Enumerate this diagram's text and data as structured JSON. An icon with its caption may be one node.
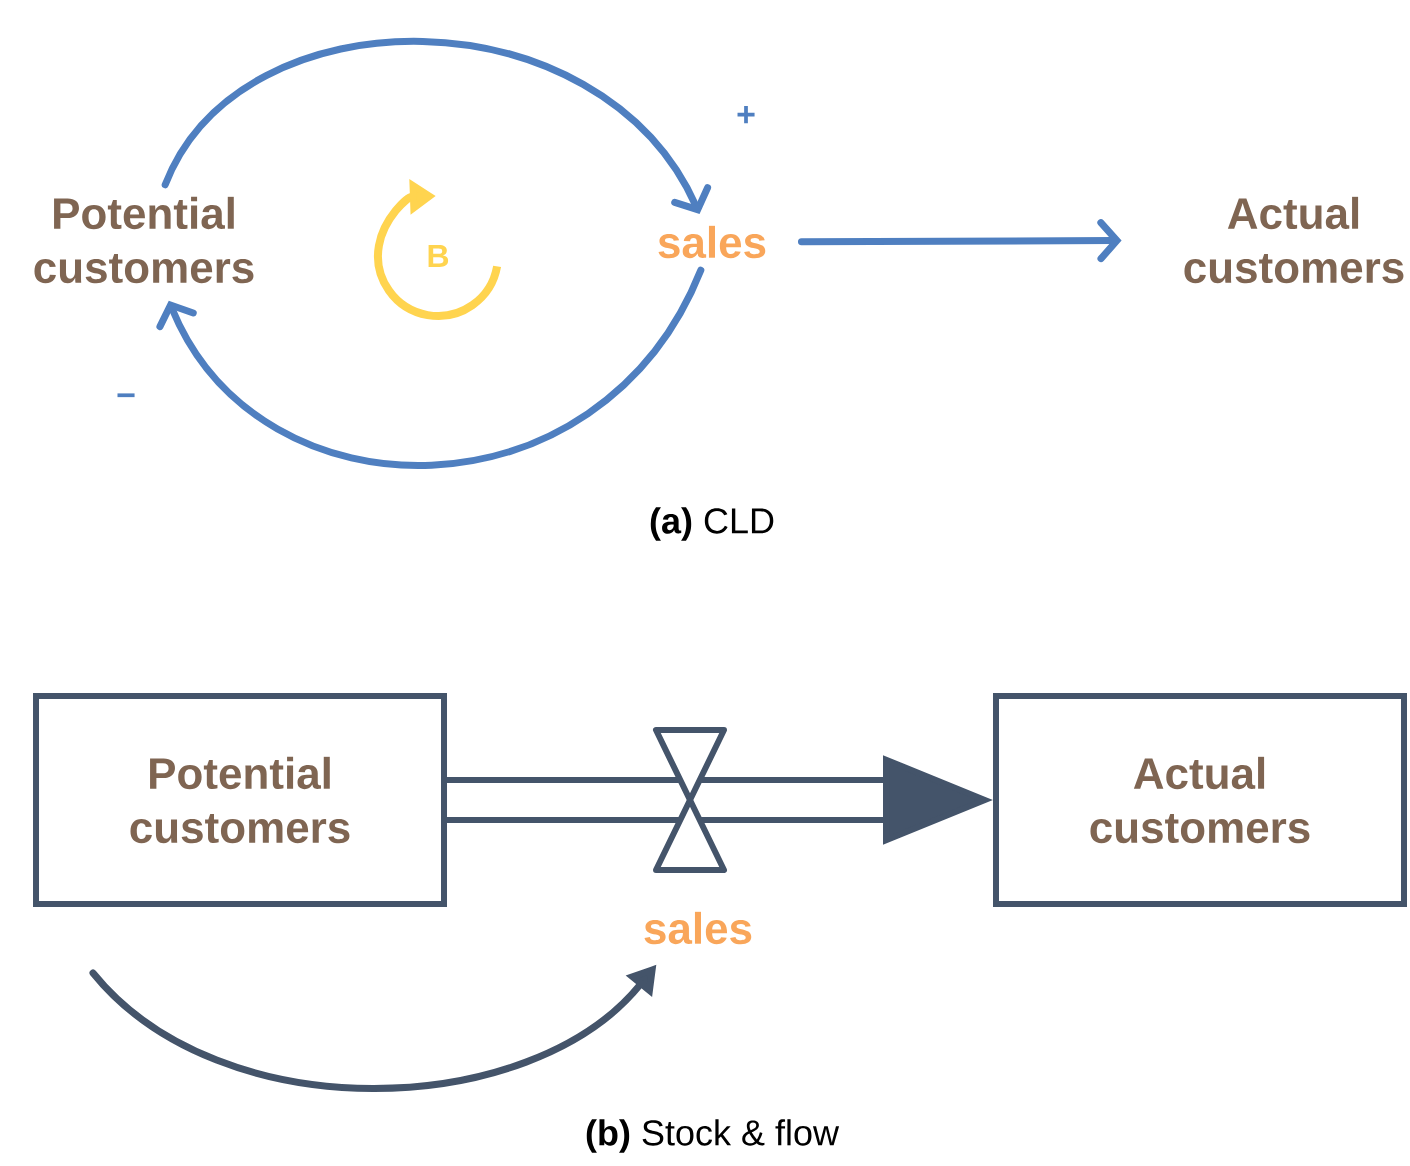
{
  "diagram": {
    "nodes": [
      {
        "text": [
          "Potential customers"
        ]
      },
      {
        "text": [
          "sales"
        ]
      },
      {
        "text": [
          "Actual customers"
        ]
      },
      {
        "text": [
          "Potential customers"
        ]
      },
      {
        "text": [
          "sales"
        ]
      },
      {
        "text": [
          "Actual customers"
        ]
      }
    ],
    "edges": [
      {
        "from": 0,
        "to": 1,
        "arrow": "to",
        "label": "+"
      },
      {
        "from": 1,
        "to": 0,
        "arrow": "to",
        "label": "−"
      },
      {
        "from": 1,
        "to": 2,
        "arrow": "to"
      },
      {
        "from": 3,
        "to": 5,
        "arrow": "to",
        "style": "thick",
        "color": "#44546a"
      },
      {
        "from": 3,
        "to": 4,
        "arrow": "to",
        "color": "#44546a"
      }
    ],
    "labels": [
      "B",
      "**(a)** CLD",
      "**(b)** Stock & flow"
    ]
  }
}
